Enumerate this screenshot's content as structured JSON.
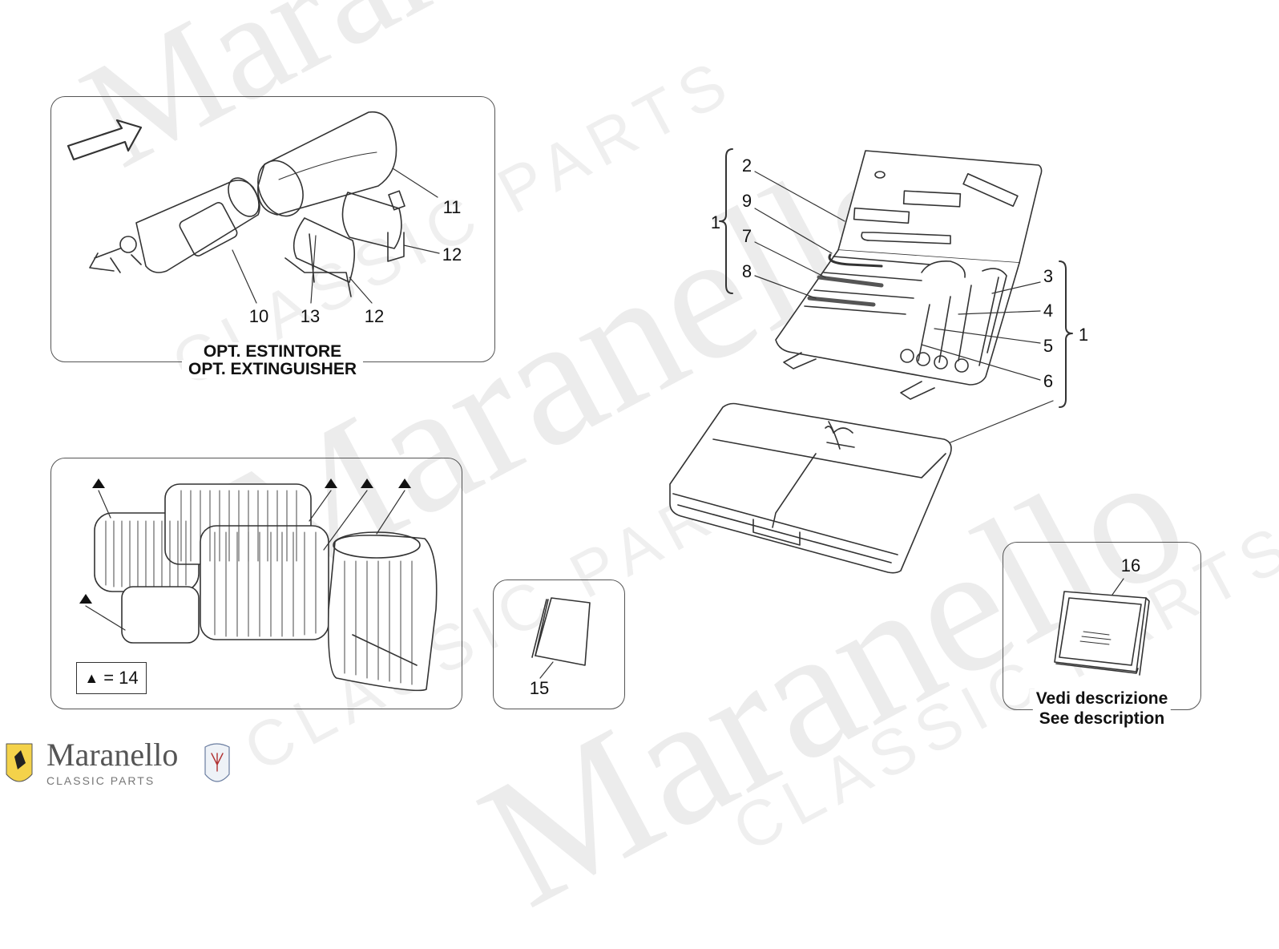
{
  "watermark": {
    "brand": "Maranello",
    "sub": "CLASSIC PARTS"
  },
  "logo": {
    "name": "Maranello",
    "sub": "CLASSIC PARTS"
  },
  "extinguisher_panel": {
    "caption_it": "OPT. ESTINTORE",
    "caption_en": "OPT. EXTINGUISHER",
    "labels": [
      "11",
      "12",
      "10",
      "13",
      "12"
    ]
  },
  "luggage_panel": {
    "legend_symbol": "▲",
    "legend_text": "= 14"
  },
  "manual_panel": {
    "label": "15"
  },
  "toolkit": {
    "labels": [
      "2",
      "9",
      "7",
      "8",
      "1",
      "3",
      "4",
      "5",
      "6",
      "1"
    ]
  },
  "description_panel": {
    "label": "16",
    "caption_it": "Vedi descrizione",
    "caption_en": "See description"
  },
  "colors": {
    "line": "#333333",
    "panel_border": "#555555",
    "watermark": "#000000"
  }
}
